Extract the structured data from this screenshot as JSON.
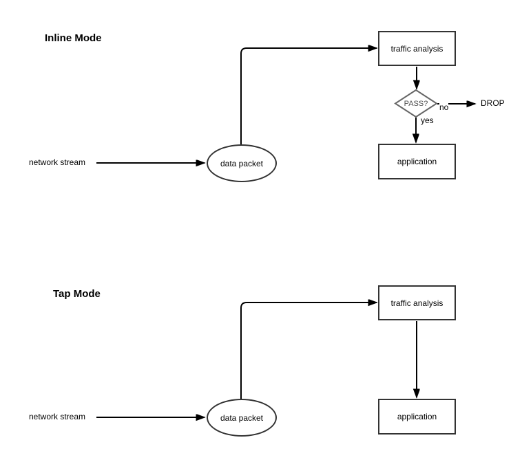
{
  "diagram": {
    "inline": {
      "title": "Inline Mode",
      "source_label": "network stream",
      "packet_label": "data packet",
      "analysis_label": "traffic analysis",
      "decision_label": "PASS?",
      "no_label": "no",
      "yes_label": "yes",
      "drop_label": "DROP",
      "application_label": "application"
    },
    "tap": {
      "title": "Tap Mode",
      "source_label": "network stream",
      "packet_label": "data packet",
      "analysis_label": "traffic analysis",
      "application_label": "application"
    },
    "colors": {
      "background": "#ffffff",
      "shape_border": "#333333",
      "diamond_border": "#666666",
      "arrow": "#000000",
      "text": "#000000"
    }
  }
}
